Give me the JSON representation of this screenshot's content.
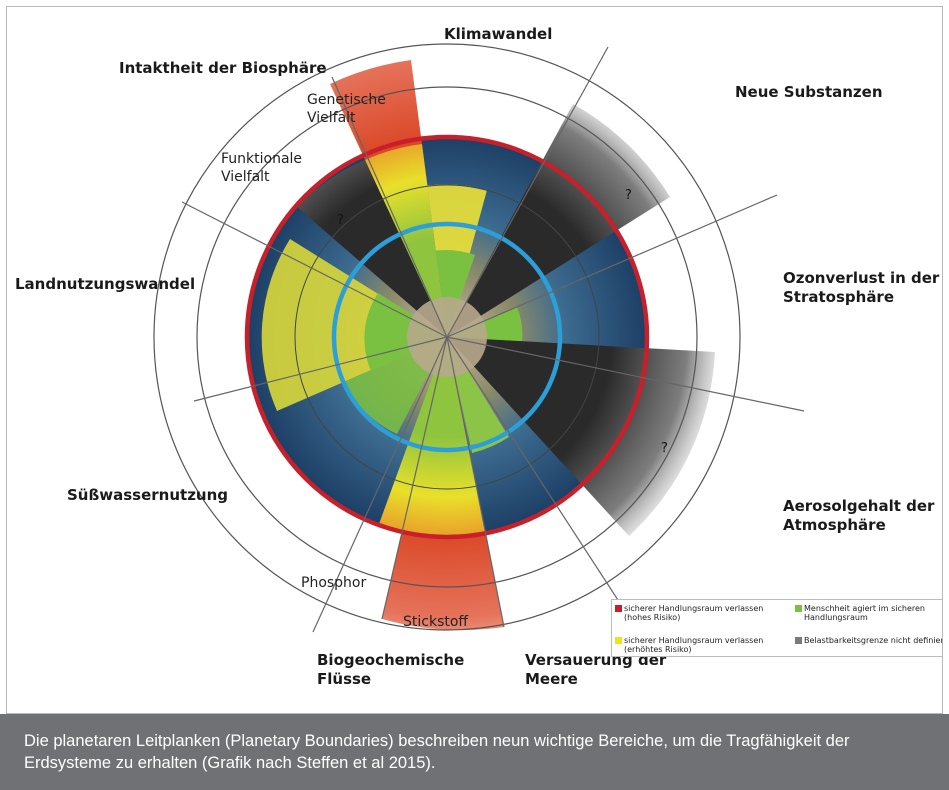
{
  "labels": {
    "klimawandel": "Klimawandel",
    "neue_substanzen": "Neue Substanzen",
    "ozon": "Ozonverlust in der\nStratosphäre",
    "aerosol": "Aerosolgehalt der\nAtmosphäre",
    "versauerung": "Versauerung der\nMeere",
    "biogeochemisch": "Biogeochemische\nFlüsse",
    "suesswasser": "Süßwassernutzung",
    "landnutzung": "Landnutzungswandel",
    "biosphaere": "Intaktheit der Biosphäre"
  },
  "sublabels": {
    "genetisch": "Genetische\nVielfalt",
    "funktional": "Funktionale\nVielfalt",
    "phosphor": "Phosphor",
    "stickstoff": "Stickstoff"
  },
  "unknown_marks": [
    "?",
    "?",
    "?"
  ],
  "legend": [
    {
      "color": "#c8202a",
      "text": "sicherer Handlungsraum verlassen\n(hohes Risiko)"
    },
    {
      "color": "#7ac142",
      "text": "Menschheit agiert im sicheren\nHandlungsraum"
    },
    {
      "color": "#f2e21b",
      "text": "sicherer Handlungsraum verlassen\n(erhöhtes Risiko)"
    },
    {
      "color": "#7a7a7a",
      "text": "Belastbarkeitsgrenze nicht definiert"
    }
  ],
  "caption": "Die planetaren Leitplanken (Planetary Boundaries) beschreiben neun wichtige Bereiche, um die Tragfähigkeit der Erdsysteme zu erhalten (Grafik nach Steffen et al 2015).",
  "colors": {
    "high_risk": "#c8202a",
    "increasing_risk": "#f2e21b",
    "safe": "#7ac142",
    "undefined": "#7a7a7a",
    "safe_boundary_ring": "#2c9fd9",
    "caption_bg": "#6f7175"
  }
}
